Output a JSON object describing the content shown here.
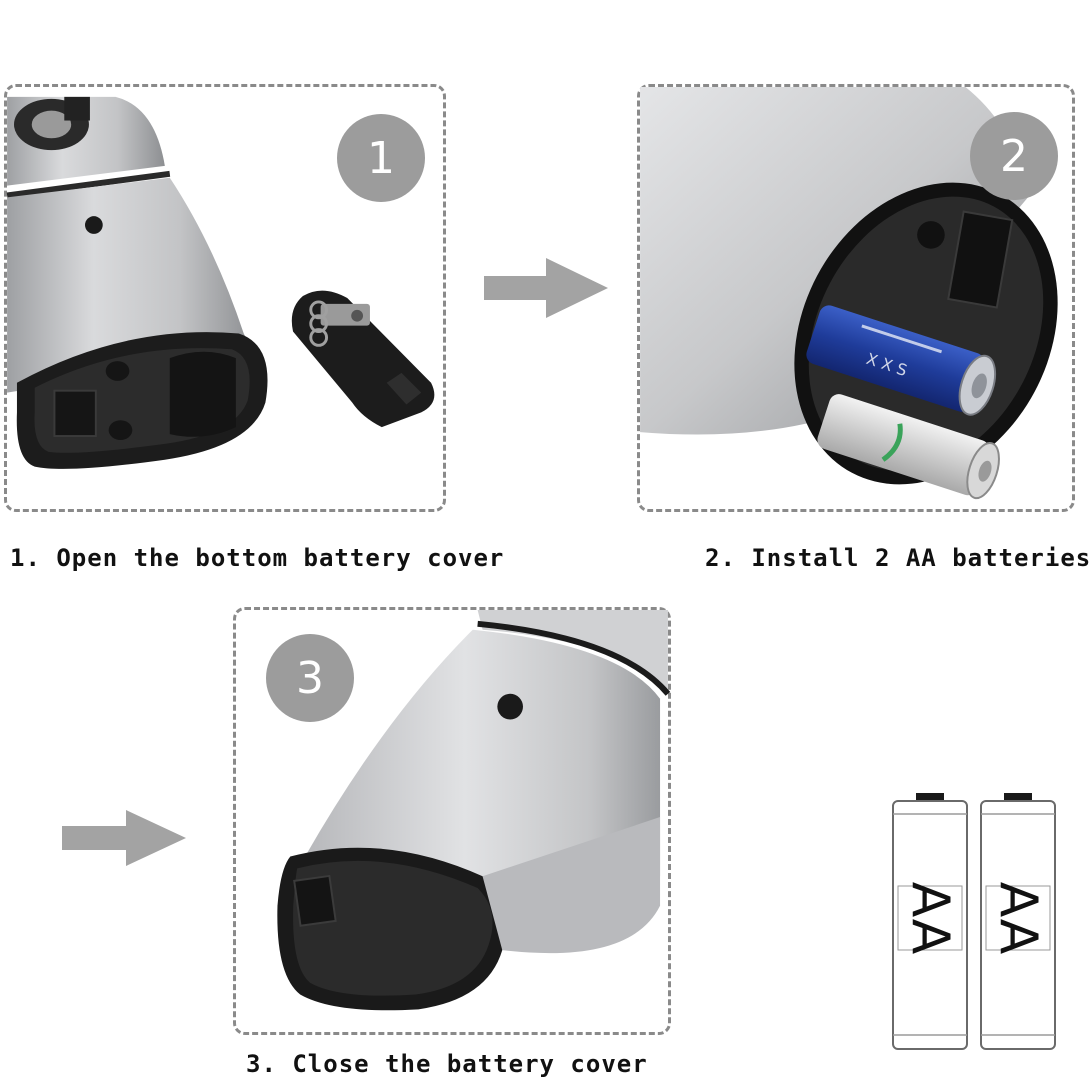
{
  "steps": [
    {
      "number": "1",
      "caption": "1. Open the bottom battery cover"
    },
    {
      "number": "2",
      "caption": "2. Install 2 AA batteries"
    },
    {
      "number": "3",
      "caption": "3. Close the battery cover"
    }
  ],
  "battery_label": "AA",
  "colors": {
    "badge": "#9c9c9c",
    "arrow": "#a3a3a3",
    "panel_border": "#8a8a8a",
    "device_silver": "#c8c9cb",
    "device_black": "#1b1b1b",
    "battery_blue": "#1f3c9a"
  }
}
